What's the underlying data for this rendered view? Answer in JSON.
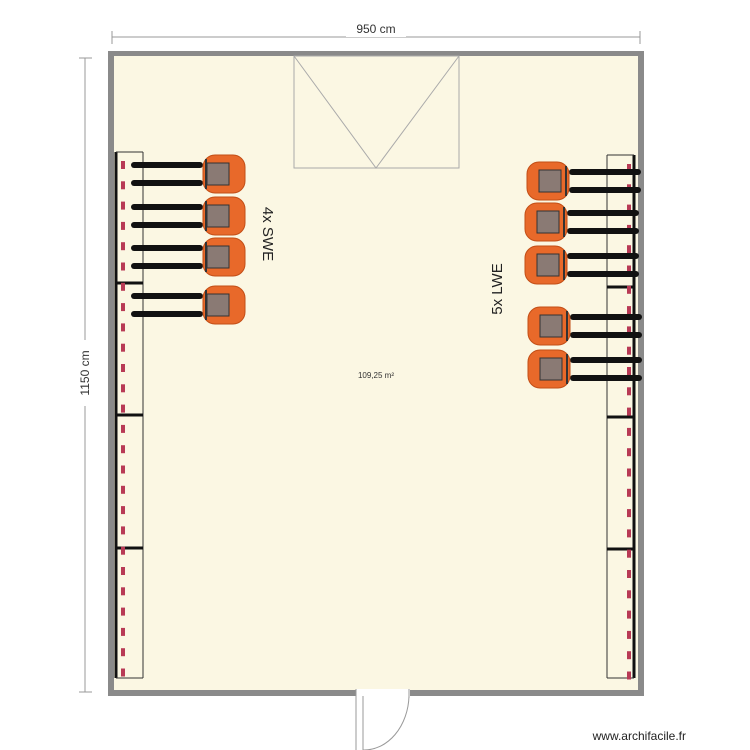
{
  "plan": {
    "width_label": "950 cm",
    "height_label": "1150 cm",
    "area_label": "109,25 m²",
    "left_group_label": "4x SWE",
    "right_group_label": "5x LWE",
    "left_group_count": 4,
    "right_group_count": 5
  },
  "watermark": "www.archifacile.fr",
  "colors": {
    "floor": "#fbf7e3",
    "wall": "#8a8a8a",
    "vehicle_body": "#e8692a",
    "vehicle_dark": "#c24e16",
    "vehicle_panel": "#8a7a74",
    "fork": "#111111",
    "rack_slot": "#b83a55"
  }
}
